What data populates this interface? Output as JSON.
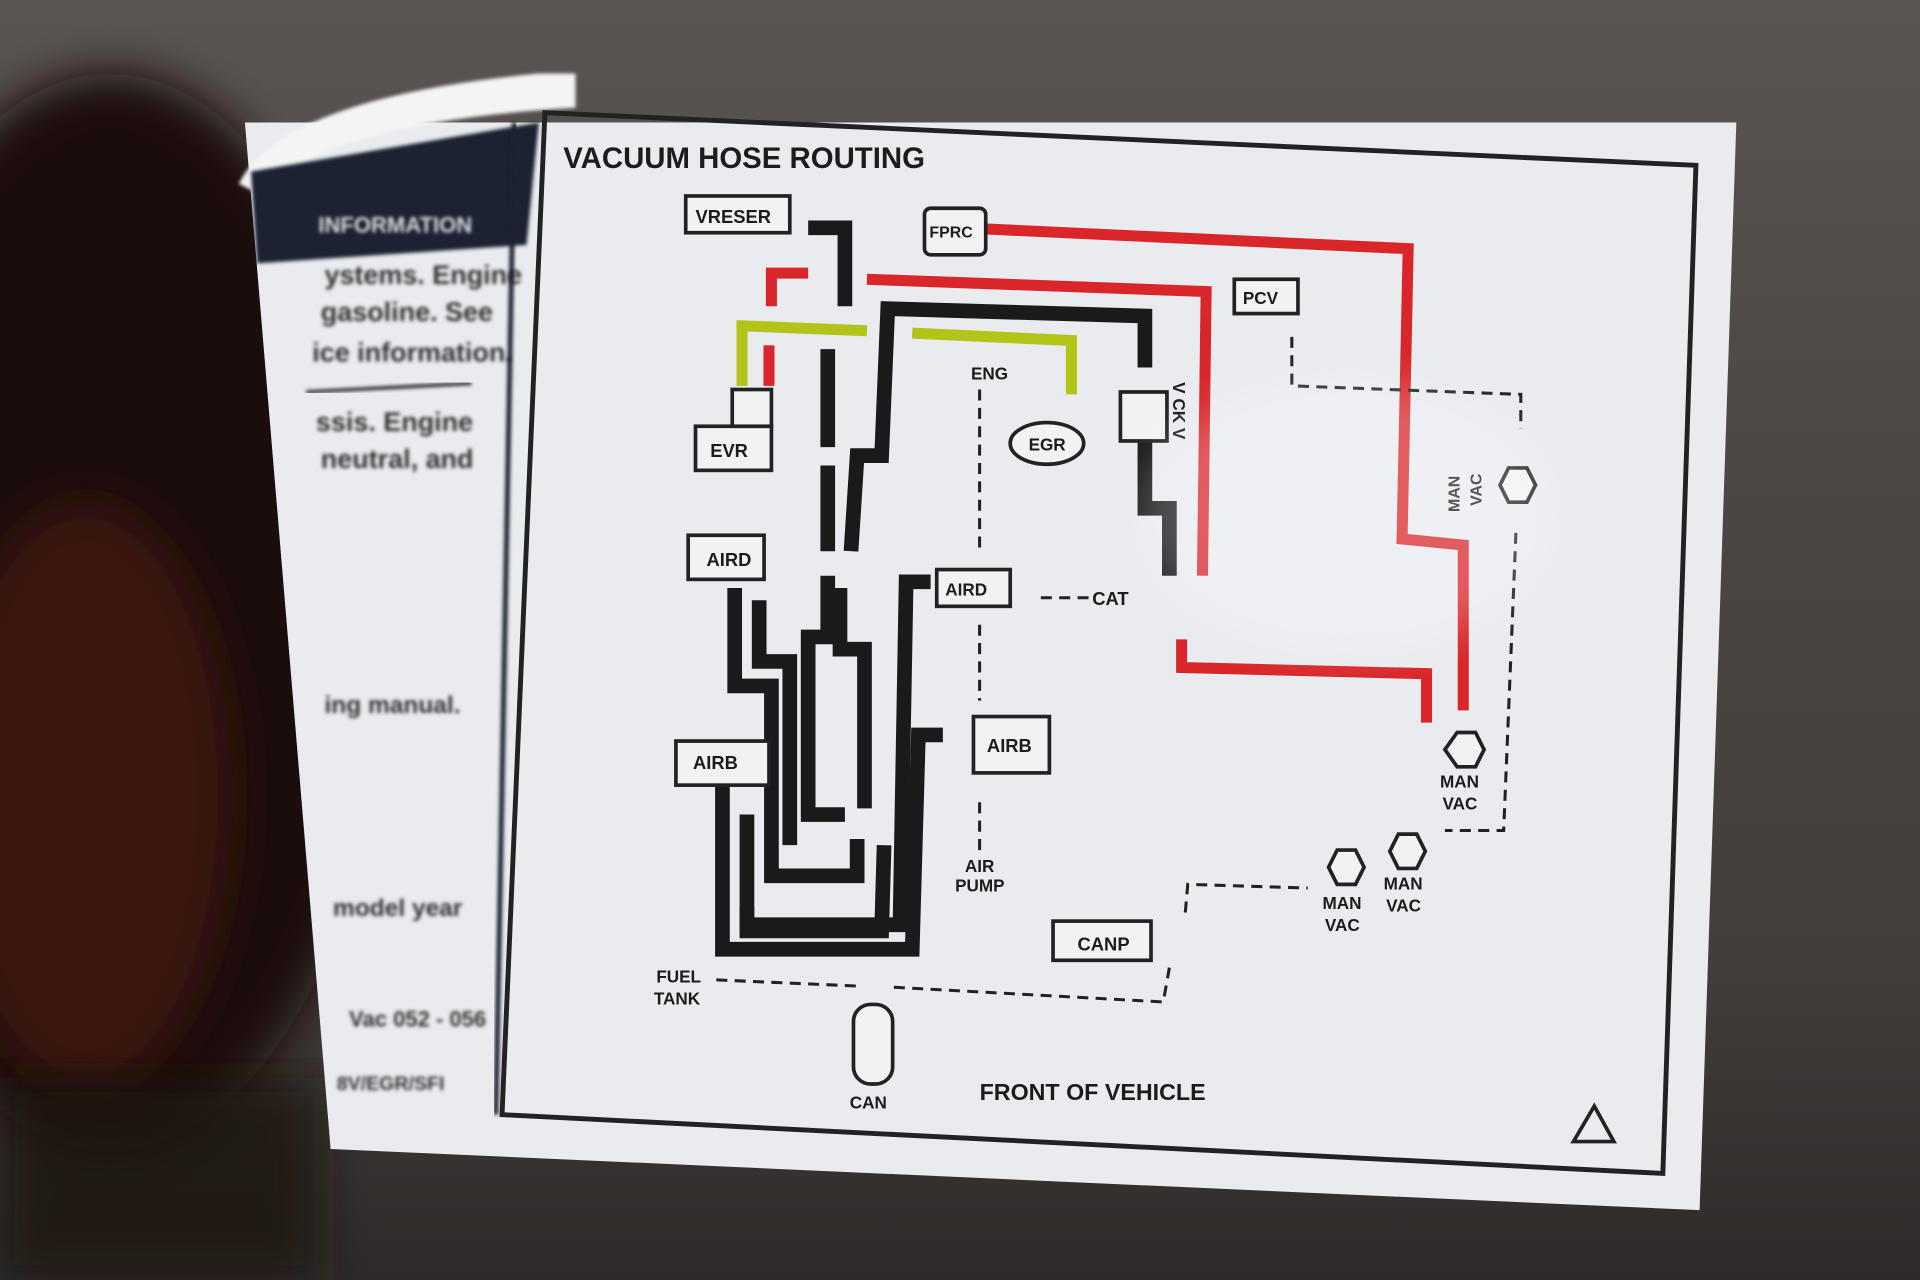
{
  "title": "VACUUM HOSE ROUTING",
  "components": {
    "vreser": "VRESER",
    "fprc": "FPRC",
    "pcv": "PCV",
    "evr": "EVR",
    "eng": "ENG",
    "egr": "EGR",
    "vckv": "V CK V",
    "aird_left": "AIRD",
    "aird_center": "AIRD",
    "cat": "CAT",
    "airb_left": "AIRB",
    "airb_center": "AIRB",
    "air_pump_1": "AIR",
    "air_pump_2": "PUMP",
    "man_vac_right_1": "MAN",
    "man_vac_right_2": "VAC",
    "man_vac_a_1": "MAN",
    "man_vac_a_2": "VAC",
    "man_vac_b_1": "MAN",
    "man_vac_b_2": "VAC",
    "man_vac_c_1": "MAN",
    "man_vac_c_2": "VAC",
    "canp": "CANP",
    "fuel_tank_1": "FUEL",
    "fuel_tank_2": "TANK",
    "can": "CAN"
  },
  "footer": "FRONT OF VEHICLE",
  "side_label": {
    "header": "INFORMATION",
    "lines": [
      "ystems. Engine",
      "gasoline. See",
      "ice information.",
      "ssis. Engine",
      "neutral, and",
      "ing manual.",
      "model year",
      "Vac 052 - 056",
      "8V/EGR/SFI"
    ]
  },
  "colors": {
    "hose_black": "#1a1a1a",
    "hose_red": "#d8262a",
    "hose_green": "#b2c417",
    "sticker": "#eceef2"
  }
}
